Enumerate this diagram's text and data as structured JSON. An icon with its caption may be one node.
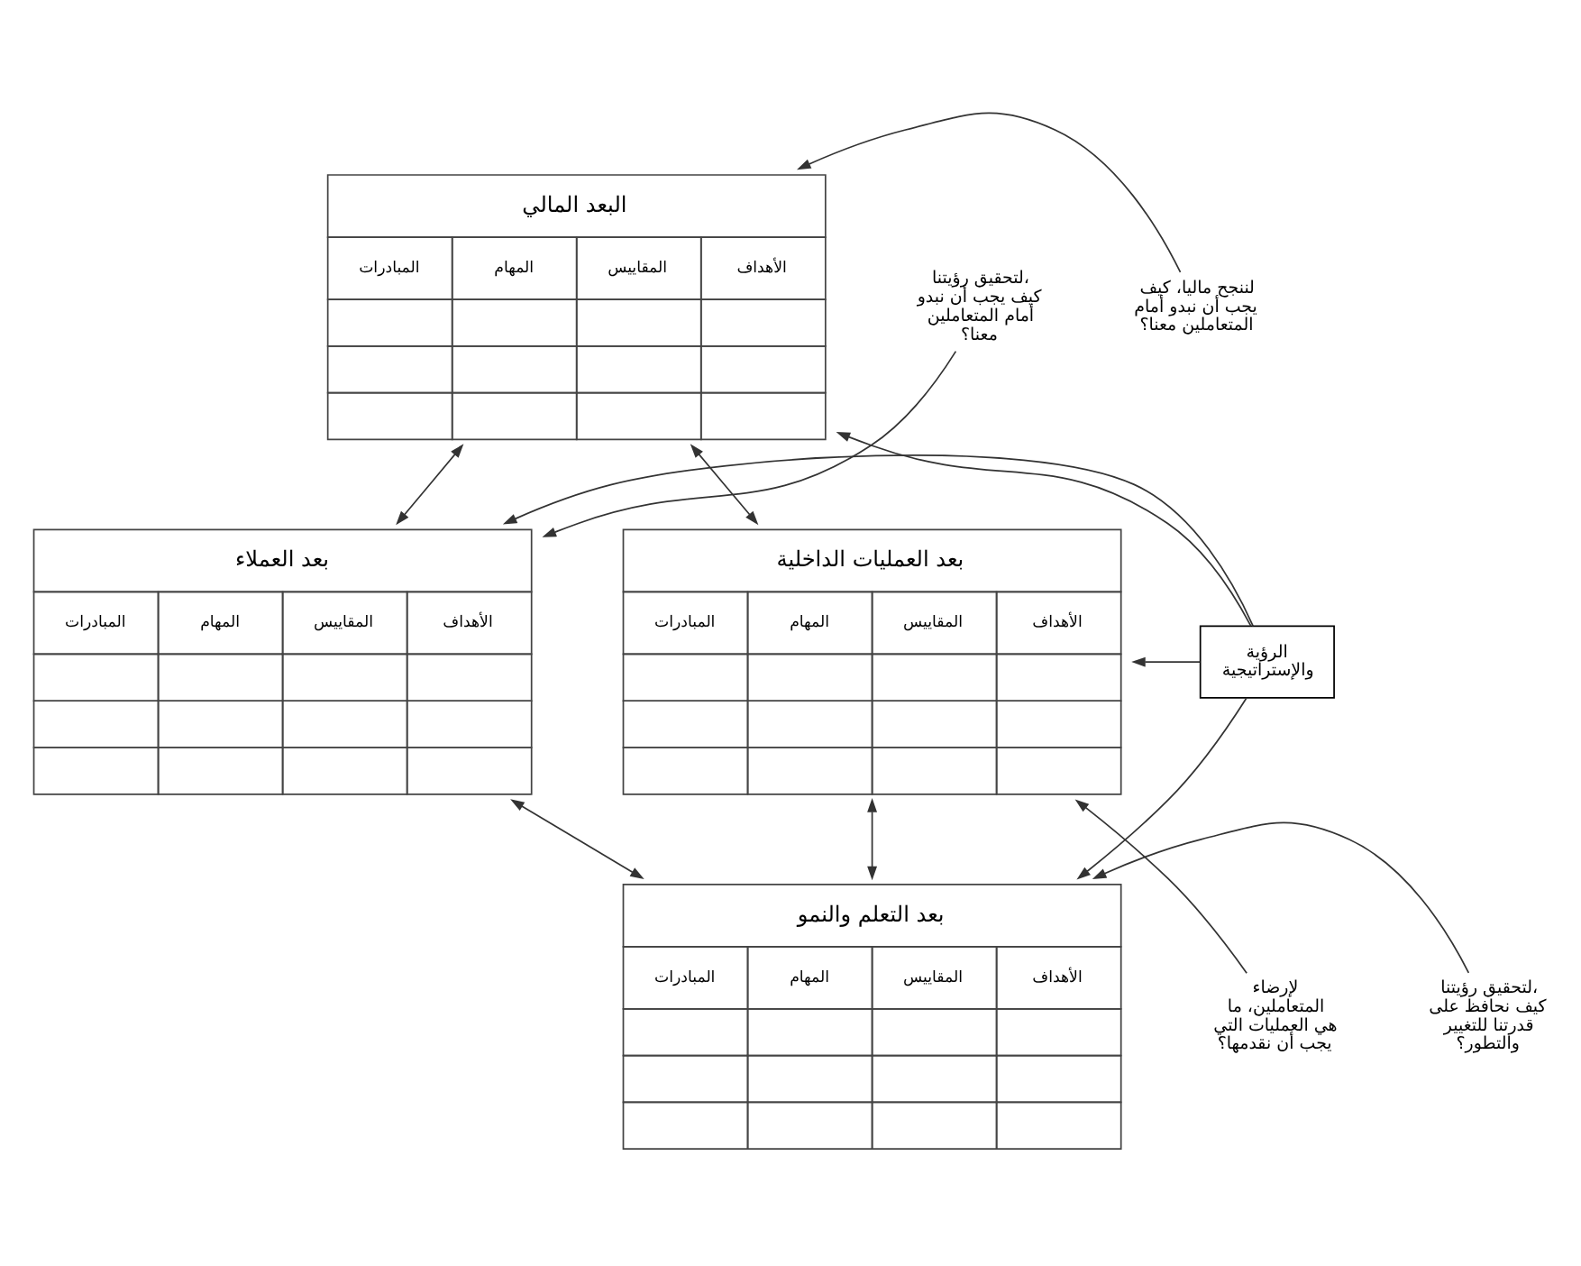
{
  "diagram": {
    "nodes": [
      {
        "text": [
          "البعد المالي",
          "الأهداف",
          "المقاييس",
          "المهام",
          "المبادرات"
        ]
      },
      {
        "text": [
          "لتحقيق رؤيتنا، كيف يجب أن نبدو أمام المتعاملين معنا؟"
        ]
      },
      {
        "text": [
          "لننجح ماليا، كيف يجب أن نبدو أمام المتعاملين معنا؟"
        ]
      },
      {
        "text": [
          "بعد العملاء",
          "الأهداف",
          "المقاييس",
          "المهام",
          "المبادرات"
        ]
      },
      {
        "text": [
          "الرؤية والإستراتيجية"
        ]
      },
      {
        "text": [
          "بعد العمليات الداخلية",
          "الأهداف",
          "المقاييس",
          "المهام",
          "المبادرات"
        ]
      },
      {
        "text": [
          "بعد التعلم والنمو",
          "الأهداف",
          "المقاييس",
          "المهام",
          "المبادرات"
        ]
      },
      {
        "text": [
          "لتحقيق رؤيتنا، كيف نحافظ على قدرتنا للتغيير والتطور؟"
        ]
      },
      {
        "text": [
          "لإرضاء المتعاملين، ما هي العمليات التي يجب أن نقدمها؟"
        ]
      }
    ],
    "edges": [
      {
        "from": 0,
        "to": 3,
        "arrow": "both"
      },
      {
        "from": 0,
        "to": 5,
        "arrow": "both"
      },
      {
        "from": 3,
        "to": 6,
        "arrow": "both"
      },
      {
        "from": 5,
        "to": 6,
        "arrow": "both"
      },
      {
        "from": 4,
        "to": 0,
        "arrow": "to"
      },
      {
        "from": 4,
        "to": 3,
        "arrow": "to"
      },
      {
        "from": 4,
        "to": 5,
        "arrow": "to"
      },
      {
        "from": 4,
        "to": 6,
        "arrow": "to"
      },
      {
        "from": 1,
        "to": 3,
        "arrow": "to"
      },
      {
        "from": 2,
        "to": 0,
        "arrow": "to"
      },
      {
        "from": 7,
        "to": 6,
        "arrow": "to"
      },
      {
        "from": 8,
        "to": 5,
        "arrow": "to"
      }
    ]
  }
}
